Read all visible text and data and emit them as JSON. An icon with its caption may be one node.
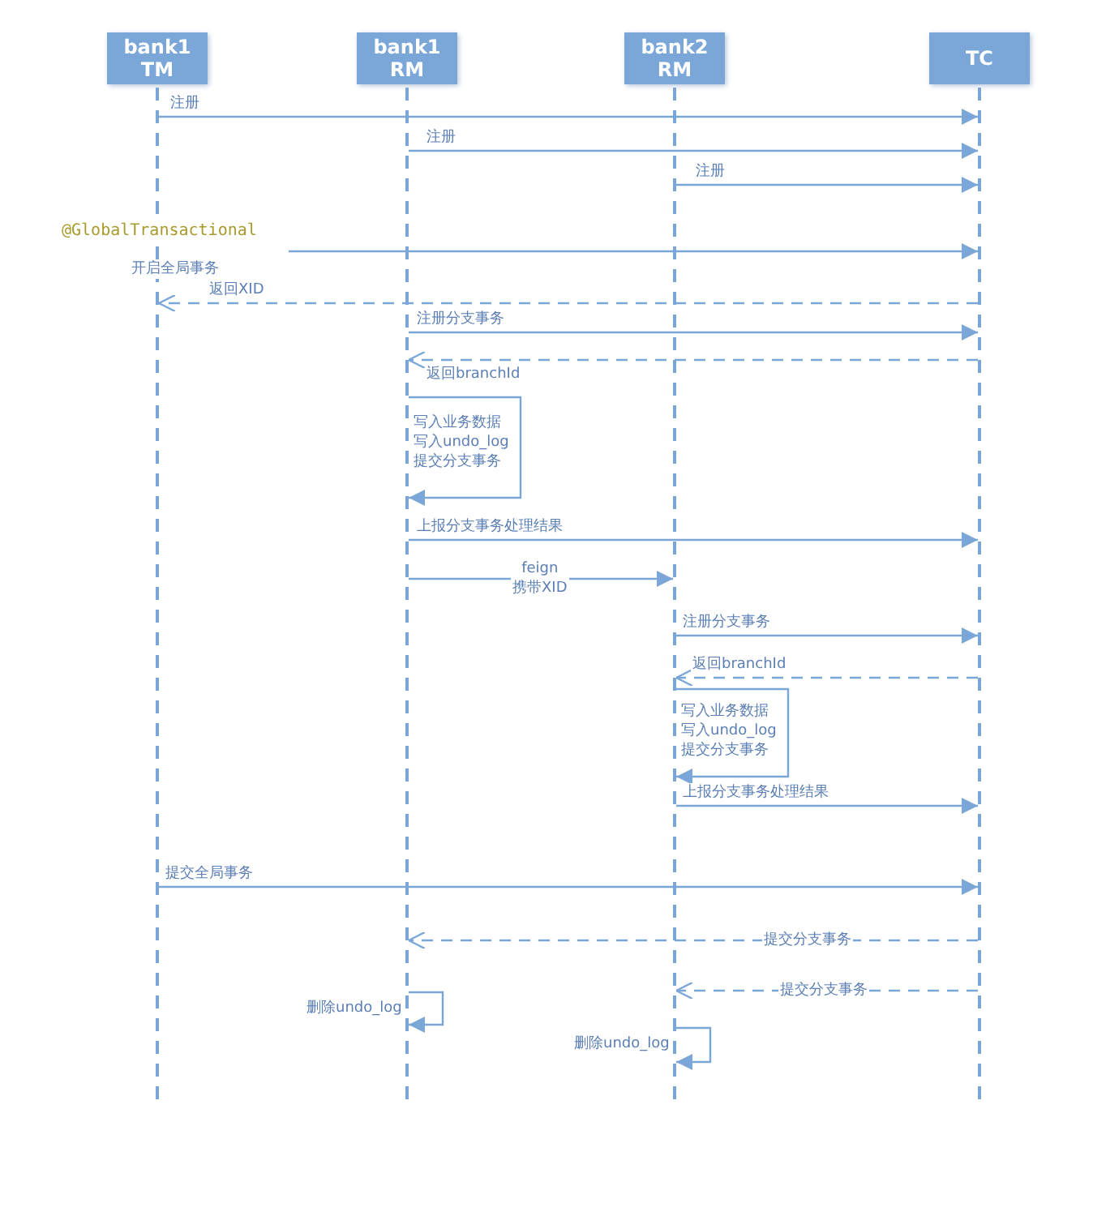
{
  "diagram": {
    "nodes": [
      {
        "text": [
          "bank1 TM"
        ]
      },
      {
        "text": [
          "bank1 RM"
        ]
      },
      {
        "text": [
          "bank2 RM"
        ]
      },
      {
        "text": [
          "TC"
        ]
      },
      {
        "text": [],
        "shape": "bar"
      },
      {
        "text": [],
        "shape": "bar"
      },
      {
        "text": [],
        "shape": "bar"
      },
      {
        "text": [],
        "shape": "bar"
      }
    ],
    "edges": [
      {
        "from": 4,
        "to": 7,
        "arrow": "to",
        "label": "注册"
      },
      {
        "from": 5,
        "to": 7,
        "arrow": "to",
        "label": "注册"
      },
      {
        "from": 6,
        "to": 7,
        "arrow": "to",
        "label": "注册"
      },
      {
        "from": null,
        "to": 7,
        "arrow": "to",
        "label": "开启全局事务"
      },
      {
        "from": 7,
        "to": 4,
        "arrow": "to",
        "label": "返回XID",
        "style": "dashed"
      },
      {
        "from": 5,
        "to": 7,
        "arrow": "to",
        "label": "注册分支事务"
      },
      {
        "from": 7,
        "to": 5,
        "arrow": "to",
        "label": "返回branchId",
        "style": "dashed"
      },
      {
        "from": 5,
        "to": 5,
        "arrow": "to",
        "label": "写入业务数据写入undo_log提交分支事务"
      },
      {
        "from": 5,
        "to": 7,
        "arrow": "to",
        "label": "上报分支事务处理结果"
      },
      {
        "from": 5,
        "to": 6,
        "arrow": "to",
        "label": "feign 携带XID"
      },
      {
        "from": 6,
        "to": 7,
        "arrow": "to",
        "label": "注册分支事务"
      },
      {
        "from": 7,
        "to": 6,
        "arrow": "to",
        "label": "返回branchId",
        "style": "dashed"
      },
      {
        "from": 6,
        "to": 6,
        "arrow": "to",
        "label": "写入业务数据写入undo_log提交分支事务"
      },
      {
        "from": 6,
        "to": 7,
        "arrow": "to",
        "label": "上报分支事务处理结果"
      },
      {
        "from": 4,
        "to": 7,
        "arrow": "to",
        "label": "提交全局事务"
      },
      {
        "from": 7,
        "to": 5,
        "arrow": "to",
        "label": "提交分支事务",
        "style": "dashed"
      },
      {
        "from": 7,
        "to": 6,
        "arrow": "to",
        "label": "提交分支事务",
        "style": "dashed"
      },
      {
        "from": 5,
        "to": 5,
        "arrow": "to",
        "label": "删除undo_log"
      },
      {
        "from": 6,
        "to": 6,
        "arrow": "to",
        "label": "删除undo_log"
      }
    ],
    "labels": [
      "@GlobalTransactional"
    ]
  }
}
